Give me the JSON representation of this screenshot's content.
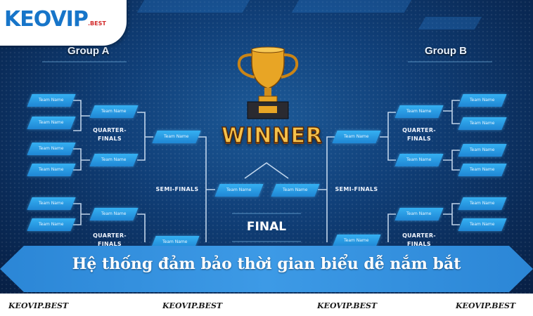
{
  "logo": {
    "main": "KEOVIP",
    "suffix": ".BEST"
  },
  "groups": {
    "left": "Group A",
    "right": "Group B"
  },
  "team_name": "Team Name",
  "labels": {
    "quarter_finals": [
      "QUARTER-",
      "FINALS"
    ],
    "semi_finals": "SEMI-FINALS",
    "winner": "WINNER",
    "final": "FINAL"
  },
  "banner": "Hệ thống đảm bảo thời gian biểu dễ nắm bắt",
  "watermarks": [
    "KEOVIP.BEST",
    "KEOVIP.BEST",
    "KEOVIP.BEST",
    "KEOVIP.BEST"
  ]
}
